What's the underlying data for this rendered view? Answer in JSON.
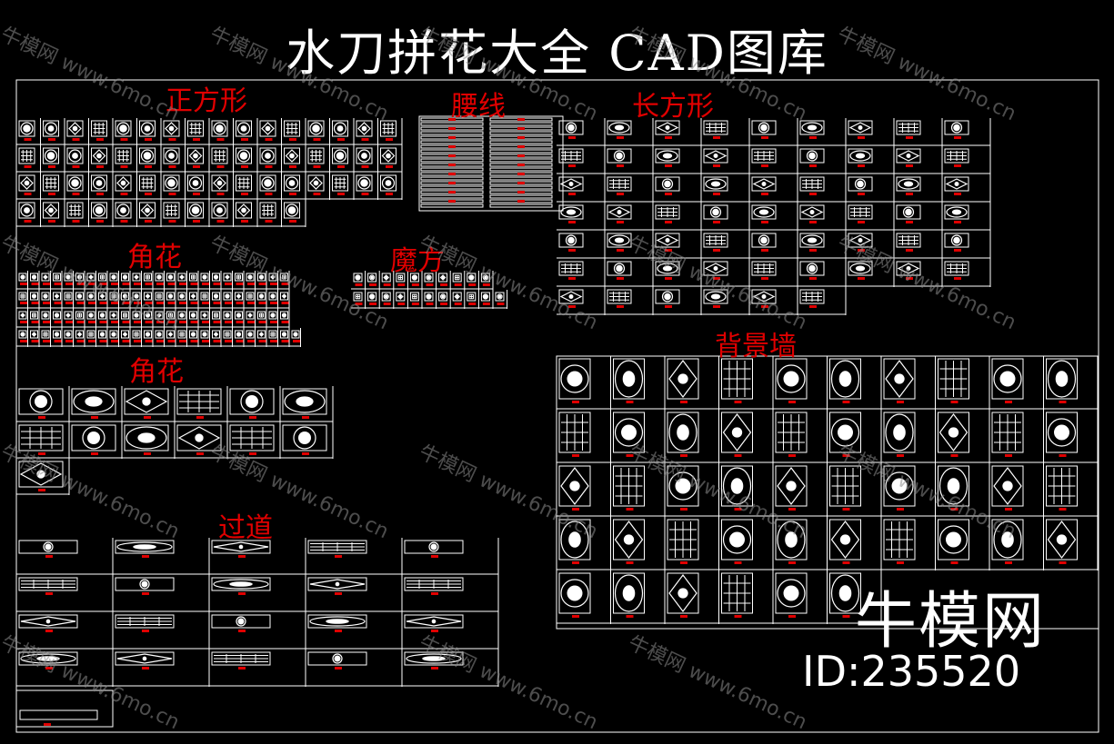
{
  "header": {
    "title": "水刀拼花大全 CAD图库"
  },
  "sections": {
    "square": "正方形",
    "waistline": "腰线",
    "rectangle": "长方形",
    "corner1": "角花",
    "cube": "魔方",
    "corner2": "角花",
    "background": "背景墙",
    "corridor": "过道"
  },
  "watermark": {
    "brand": "牛模网",
    "id": "ID:235520",
    "tile": "牛模网 www.6mo.cn"
  },
  "colors": {
    "background": "#000000",
    "lines": "#ffffff",
    "title_red": "#e00000",
    "tag_red": "#e00000"
  }
}
